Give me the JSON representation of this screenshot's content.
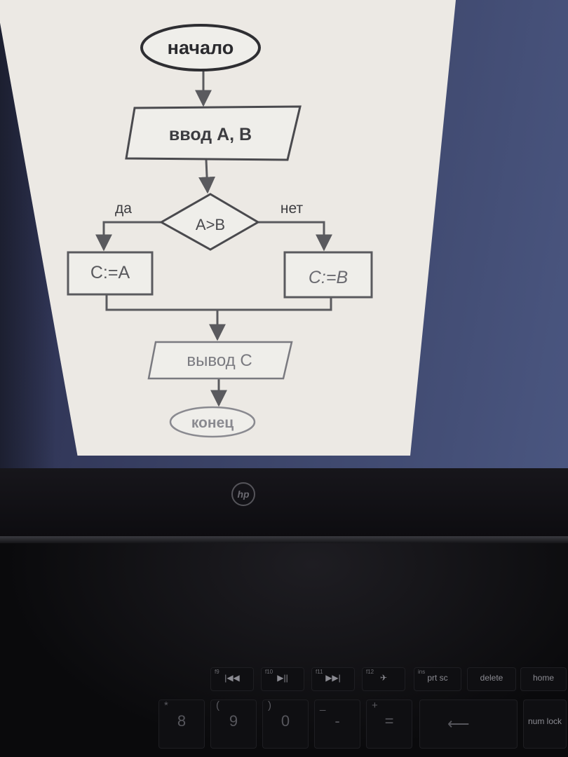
{
  "flowchart": {
    "start": "начало",
    "input": "ввод A, B",
    "condition": "A>B",
    "yes_label": "да",
    "no_label": "нет",
    "assign_yes": "C:=A",
    "assign_no": "C:=B",
    "output": "вывод C",
    "end": "конец"
  },
  "laptop": {
    "logo": "hp",
    "fn_keys": [
      {
        "sub": "f9",
        "label": "|◀◀"
      },
      {
        "sub": "f10",
        "label": "▶||"
      },
      {
        "sub": "f11",
        "label": "▶▶|"
      },
      {
        "sub": "f12",
        "label": "✈"
      },
      {
        "sub": "ins",
        "label": "prt sc"
      },
      {
        "sub": "",
        "label": "delete"
      },
      {
        "sub": "",
        "label": "home"
      }
    ],
    "number_keys": [
      {
        "shift": "*",
        "main": "8"
      },
      {
        "shift": "(",
        "main": "9"
      },
      {
        "shift": ")",
        "main": "0"
      },
      {
        "shift": "_",
        "main": "-"
      },
      {
        "shift": "+",
        "main": "="
      }
    ],
    "num_lock": "num lock",
    "backspace": "⟵"
  }
}
